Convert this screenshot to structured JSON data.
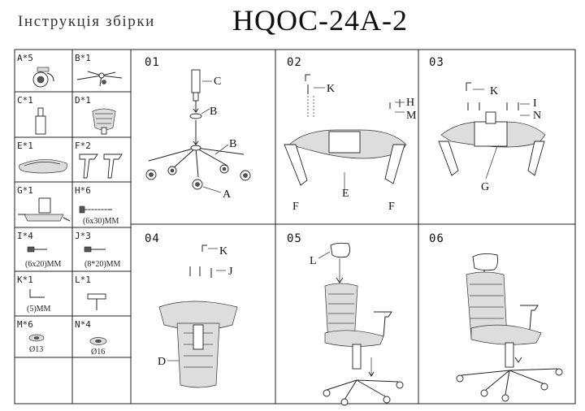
{
  "header": {
    "title_left": "Інструкція збірки",
    "model": "HQOC-24A-2"
  },
  "parts": [
    {
      "label": "A*5",
      "icon": "caster-wheel-icon"
    },
    {
      "label": "B*1",
      "icon": "star-base-icon"
    },
    {
      "label": "C*1",
      "icon": "gas-lift-icon"
    },
    {
      "label": "D*1",
      "icon": "backrest-icon"
    },
    {
      "label": "E*1",
      "icon": "seat-icon"
    },
    {
      "label": "F*2",
      "icon": "armrest-icon"
    },
    {
      "label": "G*1",
      "icon": "mechanism-icon"
    },
    {
      "label": "H*6",
      "icon": "long-screw-icon",
      "size": "(6x30)MM"
    },
    {
      "label": "I*4",
      "icon": "screw-icon",
      "size": "(6x20)MM"
    },
    {
      "label": "J*3",
      "icon": "screw-icon",
      "size": "(8*20)MM"
    },
    {
      "label": "K*1",
      "icon": "allen-key-icon",
      "size": "(5)MM"
    },
    {
      "label": "L*1",
      "icon": "headrest-bolt-icon"
    },
    {
      "label": "M*6",
      "icon": "washer-icon",
      "size": "Ø13"
    },
    {
      "label": "N*4",
      "icon": "washer-icon",
      "size": "Ø16"
    }
  ],
  "steps": [
    {
      "num": "01",
      "callouts": [
        "C",
        "B",
        "B",
        "A"
      ]
    },
    {
      "num": "02",
      "callouts": [
        "K",
        "H",
        "M",
        "E",
        "F",
        "F"
      ]
    },
    {
      "num": "03",
      "callouts": [
        "K",
        "I",
        "N",
        "G"
      ]
    },
    {
      "num": "04",
      "callouts": [
        "K",
        "J",
        "D"
      ]
    },
    {
      "num": "05",
      "callouts": [
        "L"
      ]
    },
    {
      "num": "06",
      "callouts": []
    }
  ]
}
